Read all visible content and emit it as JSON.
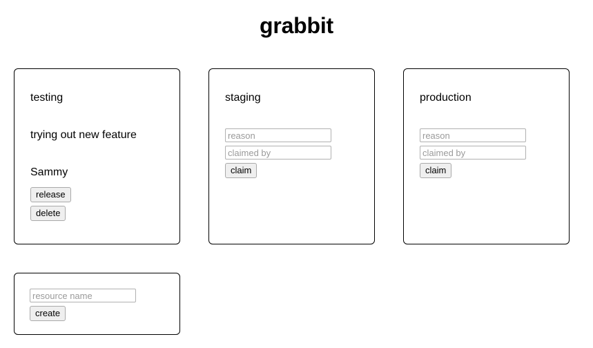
{
  "app": {
    "title": "grabbit",
    "background_color": "#ffffff",
    "text_color": "#000000",
    "card_border_color": "#000000",
    "button_background_color": "#efefef",
    "placeholder_color": "#9a9a9a"
  },
  "resources": [
    {
      "name": "testing",
      "claimed": true,
      "reason_text": "trying out new feature",
      "claimed_by_text": "Sammy",
      "release_label": "release",
      "delete_label": "delete"
    },
    {
      "name": "staging",
      "claimed": false,
      "reason_placeholder": "reason",
      "claimed_by_placeholder": "claimed by",
      "reason_value": "",
      "claimed_by_value": "",
      "claim_label": "claim"
    },
    {
      "name": "production",
      "claimed": false,
      "reason_placeholder": "reason",
      "claimed_by_placeholder": "claimed by",
      "reason_value": "",
      "claimed_by_value": "",
      "claim_label": "claim"
    }
  ],
  "create_form": {
    "resource_name_placeholder": "resource name",
    "resource_name_value": "",
    "create_label": "create"
  }
}
